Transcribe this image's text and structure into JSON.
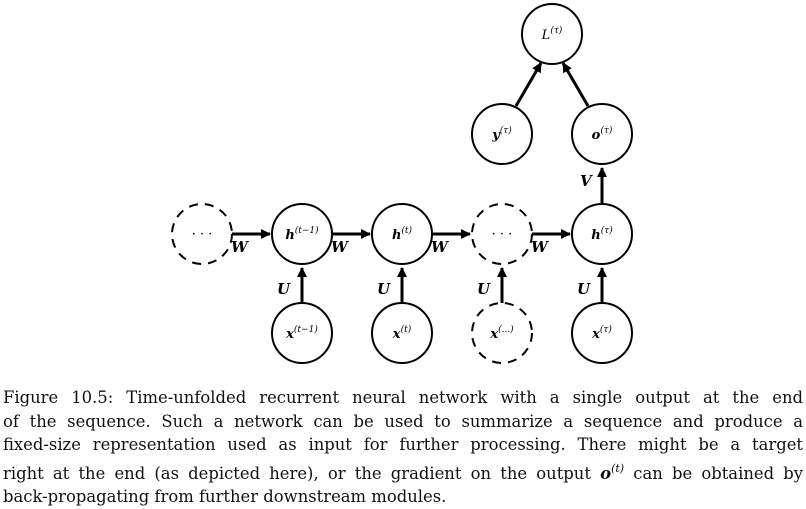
{
  "nodes": {
    "loss": {
      "base": "L",
      "sup": "(τ)"
    },
    "target": {
      "base": "y",
      "sup": "(τ)"
    },
    "output": {
      "base": "o",
      "sup": "(τ)"
    },
    "h_prev_dots": {
      "text": "· · ·"
    },
    "h_t_minus_1": {
      "base": "h",
      "sup": "(t−1)"
    },
    "h_t": {
      "base": "h",
      "sup": "(t)"
    },
    "h_mid_dots": {
      "text": "· · ·"
    },
    "h_tau": {
      "base": "h",
      "sup": "(τ)"
    },
    "x_t_minus_1": {
      "base": "x",
      "sup": "(t−1)"
    },
    "x_t": {
      "base": "x",
      "sup": "(t)"
    },
    "x_dots": {
      "base": "x",
      "sup": "(...)"
    },
    "x_tau": {
      "base": "x",
      "sup": "(τ)"
    }
  },
  "edge_labels": {
    "W": "W",
    "U": "U",
    "V": "V"
  },
  "caption": {
    "line1": "Figure 10.5: Time-unfolded recurrent neural network with a single output at the end",
    "line2": "of the sequence. Such a network can be used to summarize a sequence and produce a",
    "line3": "fixed-size representation used as input for further processing. There might be a target",
    "line4_a": "right at the end (as depicted here), or the gradient on the output",
    "line4_sym": "o",
    "line4_sup": "(t)",
    "line4_b": "can be obtained by",
    "line5": "back-propagating from further downstream modules."
  }
}
